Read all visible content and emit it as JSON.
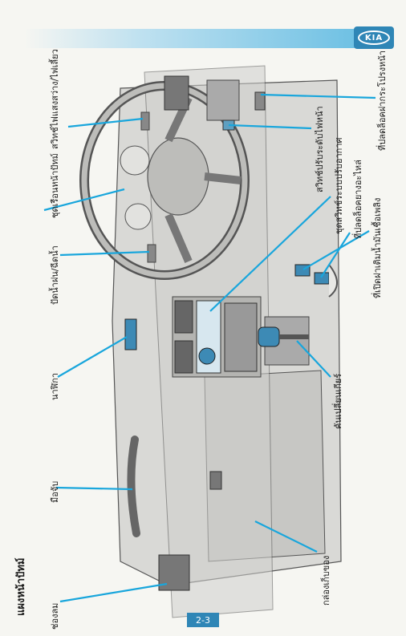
{
  "header": {
    "brand_logo": "KIA",
    "section_title": "แผงหน้าปัทม์"
  },
  "callouts": {
    "air_vent": "ช่องลม",
    "handle": "มือจับ",
    "clock": "นาฬิกา",
    "wiper_switch": "ปัดน้ำฝน/ฉีดน้ำ",
    "instrument_cluster": "ชุดเรือนหน้าปัทม์",
    "light_turn_switch": "สวิทช์ไฟแสงสว่าง/ไฟเลี้ยว",
    "headlight_level_switch": "สวิทช์ปรับระดับไฟหน้า",
    "climate_controls": "ชุดสวิทช์ระบบปรับอากาศ",
    "glove_box": "กล่องเก็บของ",
    "gear_lever": "คันเปลี่ยนเกียร์",
    "hood_release": "ที่ปลดล็อคฝากระโปรงหน้า",
    "fuel_lid_release": "ที่เปิดฝาเติมน้ำมันเชื้อเพลิง",
    "tailgate_release": "ที่ปลดล็อคยางอะไหล่"
  },
  "footer": {
    "page_number": "2-3"
  },
  "colors": {
    "accent": "#2f86b6",
    "callout_line": "#19a6dc"
  }
}
